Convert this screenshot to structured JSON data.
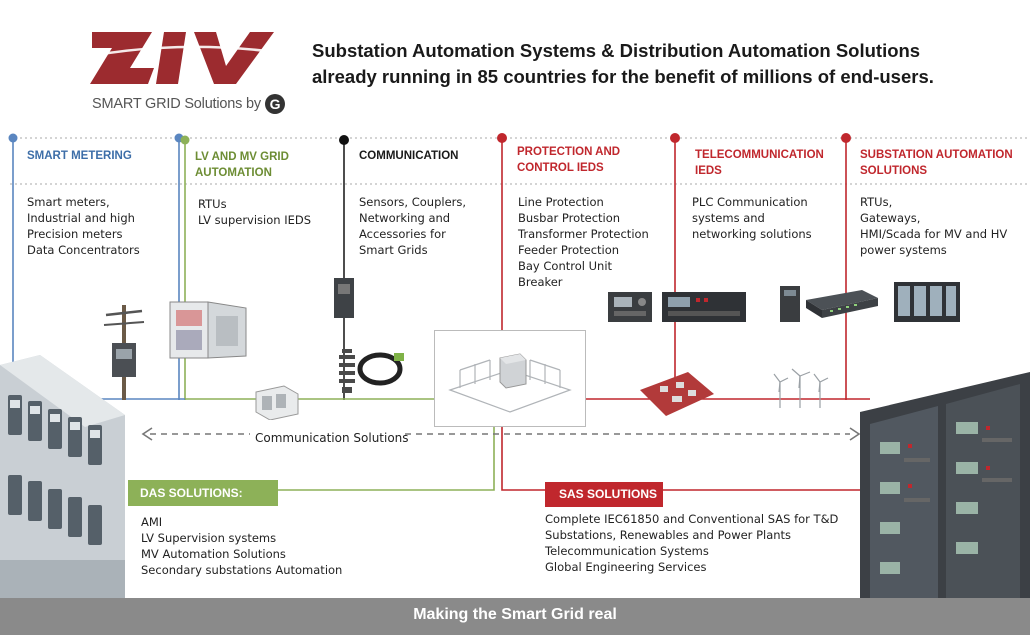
{
  "logo": {
    "text": "ZIV",
    "tagline": "SMART GRID Solutions by",
    "mark": "G"
  },
  "headline": {
    "line1": "Substation Automation Systems & Distribution Automation Solutions",
    "line2": "already running in 85 countries  for the benefit of millions  of end-users."
  },
  "columns": [
    {
      "title": [
        "SMART METERING"
      ],
      "items": [
        "Smart meters,",
        "Industrial and high",
        "Precision meters",
        "Data Concentrators"
      ],
      "color": "#3d6ea8"
    },
    {
      "title": [
        "LV AND MV GRID",
        "AUTOMATION"
      ],
      "items": [
        "RTUs",
        "LV supervision IEDS"
      ],
      "color": "#6d8d34"
    },
    {
      "title": [
        "COMMUNICATION"
      ],
      "items": [
        "Sensors, Couplers,",
        "Networking and",
        "Accessories for",
        "Smart Grids"
      ],
      "color": "#1a1a1a"
    },
    {
      "title": [
        "PROTECTION AND",
        "CONTROL IEDS"
      ],
      "items": [
        "Line Protection",
        "Busbar  Protection",
        "Transformer Protection",
        "Feeder Protection",
        "Bay Control Unit",
        "Breaker"
      ],
      "color": "#c0272d"
    },
    {
      "title": [
        "TELECOMMUNICATION",
        "IEDS"
      ],
      "items": [
        "PLC Communication",
        "systems and",
        "networking solutions"
      ],
      "color": "#c0272d"
    },
    {
      "title": [
        "SUBSTATION AUTOMATION",
        "SOLUTIONS"
      ],
      "items": [
        "RTUs,",
        "Gateways,",
        "HMI/Scada for MV and HV",
        "power systems"
      ],
      "color": "#c0272d"
    }
  ],
  "communication_label": "Communication Solutions",
  "das": {
    "title": "DAS SOLUTIONS:",
    "items": [
      "AMI",
      "LV Supervision systems",
      "MV Automation Solutions",
      "Secondary substations Automation"
    ],
    "color": "#8db158"
  },
  "sas": {
    "title": "SAS SOLUTIONS",
    "items": [
      "Complete IEC61850 and Conventional SAS for T&D",
      "Substations, Renewables and  Power Plants",
      "Telecommunication Systems",
      "Global Engineering Services"
    ],
    "color": "#c0272d"
  },
  "banner": "Making the Smart Grid real",
  "icons": [
    "electric-pole-meter-icon",
    "control-cabinet-icon",
    "sensor-coupler-icon",
    "substation-model-icon",
    "protection-relay-icon",
    "pcb-board-icon",
    "wind-turbines-icon",
    "rtu-rack-icon",
    "meter-rack-icon",
    "server-rack-icon"
  ]
}
